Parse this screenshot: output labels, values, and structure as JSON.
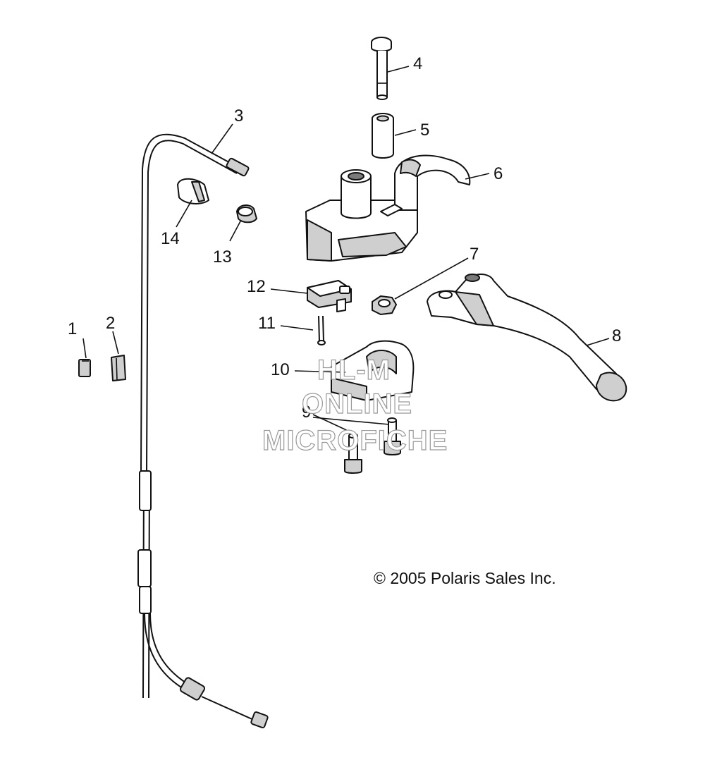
{
  "callouts": {
    "c1": "1",
    "c2": "2",
    "c3": "3",
    "c4": "4",
    "c5": "5",
    "c6": "6",
    "c7": "7",
    "c8": "8",
    "c9": "9",
    "c10": "10",
    "c11": "11",
    "c12": "12",
    "c13": "13",
    "c14": "14"
  },
  "copyright": "© 2005 Polaris Sales Inc.",
  "watermark": {
    "line1": "HL-M",
    "line2": "ONLINE",
    "line3": "MICROFICHE"
  }
}
